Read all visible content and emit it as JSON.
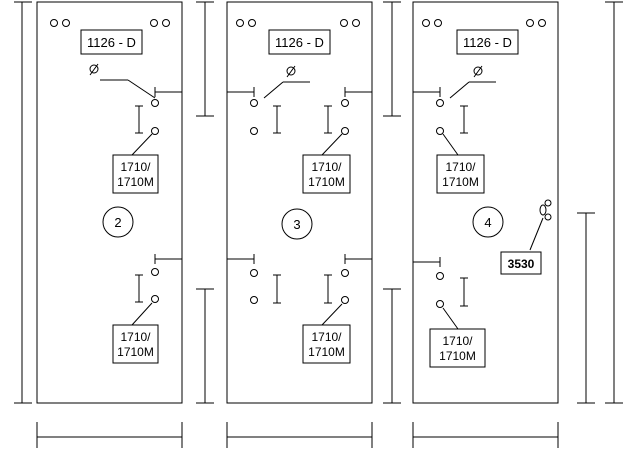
{
  "panels": [
    {
      "header_code": "1126 - D",
      "number": "2",
      "upper_device": "1710/\n1710M",
      "lower_device": "1710/\n1710M"
    },
    {
      "header_code": "1126 - D",
      "number": "3",
      "upper_device": "1710/\n1710M",
      "lower_device": "1710/\n1710M"
    },
    {
      "header_code": "1126 - D",
      "number": "4",
      "upper_device": "1710/\n1710M",
      "lower_device": "1710/\n1710M",
      "side_device": "3530"
    }
  ]
}
